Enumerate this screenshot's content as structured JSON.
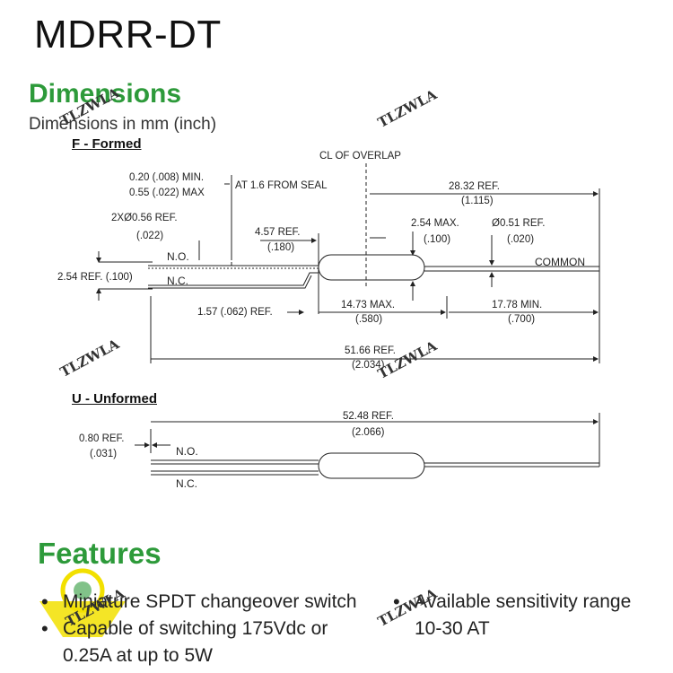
{
  "title": "MDRR-DT",
  "dimensions": {
    "heading": "Dimensions",
    "subtitle": "Dimensions in mm (inch)"
  },
  "formed": {
    "heading": "F - Formed",
    "labels": {
      "cl_overlap": "CL OF OVERLAP",
      "min_a": "0.20 (.008) MIN.",
      "max_a": "0.55 (.022) MAX",
      "from_seal": "AT 1.6 FROM SEAL",
      "ref_2832": "28.32 REF.",
      "ref_2832_in": "(1.115)",
      "dia_056": "2XØ0.56 REF.",
      "dia_056_in": "(.022)",
      "ref_457": "4.57 REF.",
      "ref_457_in": "(.180)",
      "max_254": "2.54 MAX.",
      "max_254_in": "(.100)",
      "dia_051": "Ø0.51 REF.",
      "dia_051_in": "(.020)",
      "no": "N.O.",
      "nc": "N.C.",
      "common": "COMMON",
      "ref_254": "2.54 REF. (.100)",
      "max_1473": "14.73 MAX.",
      "max_1473_in": "(.580)",
      "min_1778": "17.78 MIN.",
      "min_1778_in": "(.700)",
      "ref_157": "1.57 (.062) REF.",
      "ref_5166": "51.66 REF.",
      "ref_5166_in": "(2.034)"
    }
  },
  "unformed": {
    "heading": "U - Unformed",
    "labels": {
      "ref_5248": "52.48 REF.",
      "ref_5248_in": "(2.066)",
      "ref_080": "0.80 REF.",
      "ref_080_in": "(.031)",
      "no": "N.O.",
      "nc": "N.C."
    }
  },
  "features": {
    "heading": "Features",
    "items": [
      "Miniature SPDT changeover switch",
      "Capable of switching 175Vdc or 0.25A at up to 5W",
      "Available sensitivity range 10-30 AT"
    ]
  },
  "watermark": "TLZWLA",
  "colors": {
    "accent": "#2d9a3a",
    "logo_yellow": "#f2e000"
  }
}
